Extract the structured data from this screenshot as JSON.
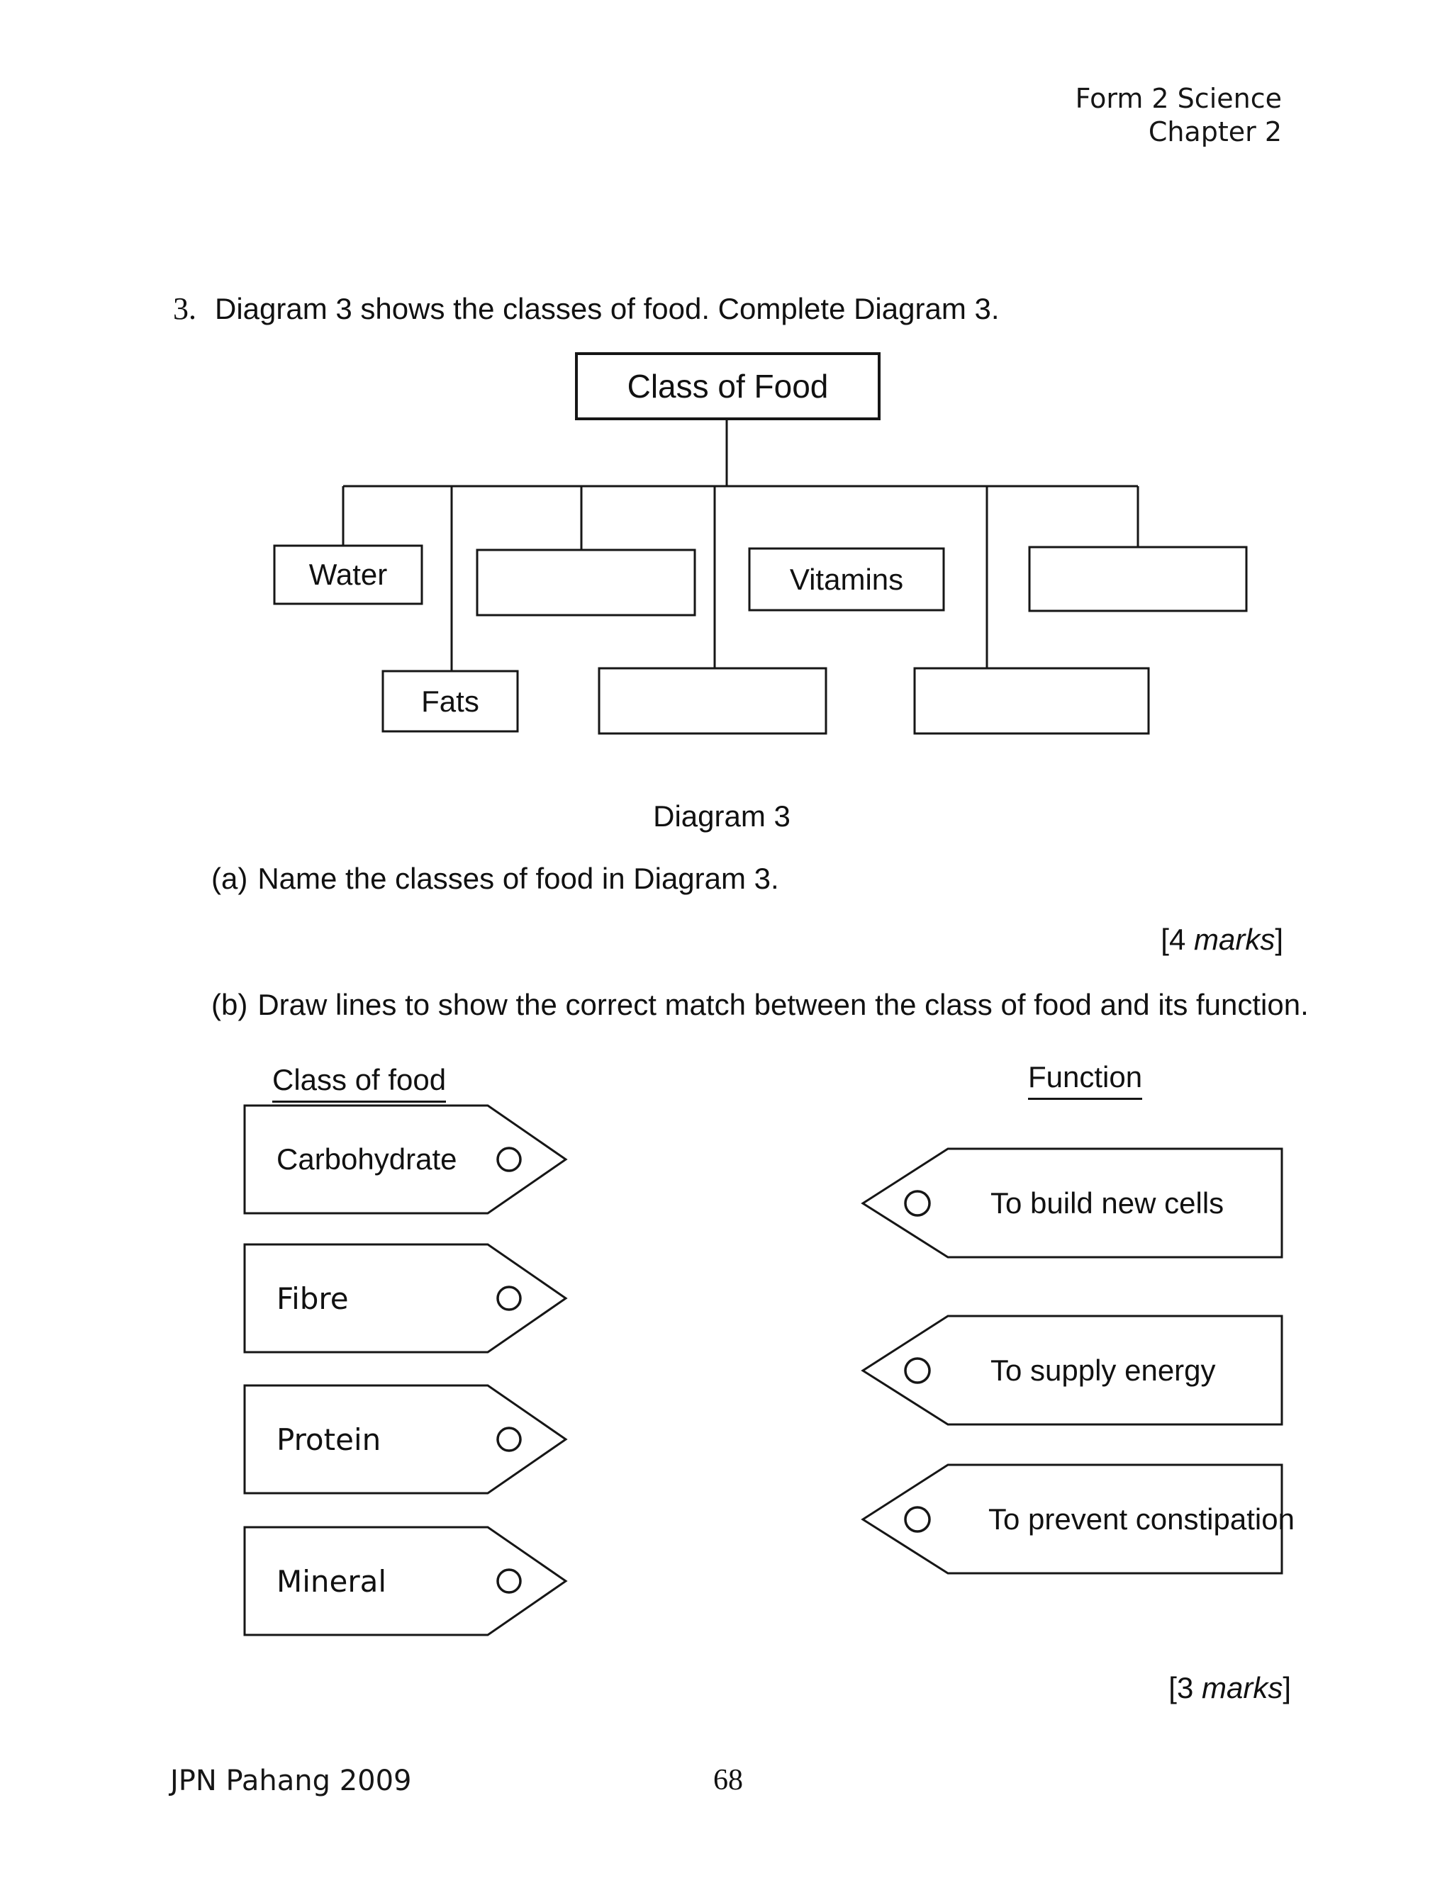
{
  "header": {
    "line1": "Form 2 Science",
    "line2": "Chapter 2"
  },
  "question": {
    "number": "3.",
    "text": "Diagram 3 shows the classes of food. Complete Diagram 3."
  },
  "diagram": {
    "root_label": "Class of Food",
    "caption": "Diagram 3",
    "box_labels": {
      "water": "Water",
      "vitamins": "Vitamins",
      "fats": "Fats"
    }
  },
  "part_a": {
    "label": "(a)",
    "text": "Name the classes of food in Diagram 3.",
    "marks": {
      "open": "[4 ",
      "word": "marks",
      "close": "]"
    }
  },
  "part_b": {
    "label": "(b)",
    "text": "Draw lines to show the correct match between the class of food and its function.",
    "marks": {
      "open": "[3 ",
      "word": "marks",
      "close": "]"
    }
  },
  "matching": {
    "left_heading": "Class of food",
    "right_heading": "Function",
    "left_items": [
      "Carbohydrate",
      "Fibre",
      "Protein",
      "Mineral"
    ],
    "right_items": [
      "To build new cells",
      "To supply energy",
      "To prevent constipation"
    ]
  },
  "footer": {
    "credit": "JPN Pahang 2009",
    "page_number": "68"
  }
}
